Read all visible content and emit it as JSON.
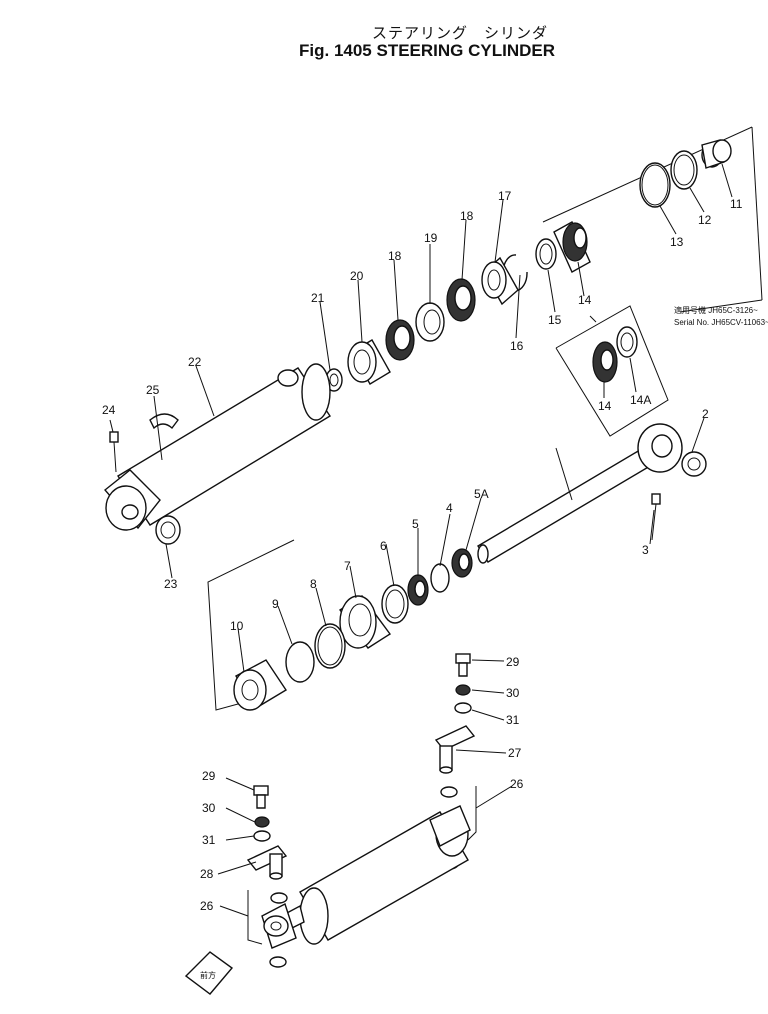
{
  "title_jp": "ステアリング　シリンダ",
  "title_en": "Fig. 1405  STEERING  CYLINDER",
  "serial_note": {
    "line1": "適用号機 JH65C-3126~",
    "line2": "Serial No. JH65CV-11063~"
  },
  "direction_icon_text": "前方",
  "labels": {
    "l11": "11",
    "l12": "12",
    "l13": "13",
    "l14a": "14",
    "l15": "15",
    "l16": "16",
    "l17": "17",
    "l18a": "18",
    "l19": "19",
    "l18b": "18",
    "l20": "20",
    "l21": "21",
    "l22": "22",
    "l25": "25",
    "l24": "24",
    "l23": "23",
    "l14b": "14",
    "l14A": "14A",
    "l2": "2",
    "l3": "3",
    "l5A": "5A",
    "l4": "4",
    "l5": "5",
    "l6": "6",
    "l7": "7",
    "l8": "8",
    "l9": "9",
    "l10": "10",
    "l29a": "29",
    "l30a": "30",
    "l31a": "31",
    "l27": "27",
    "l26a": "26",
    "l29b": "29",
    "l30b": "30",
    "l31b": "31",
    "l28": "28",
    "l26b": "26"
  }
}
